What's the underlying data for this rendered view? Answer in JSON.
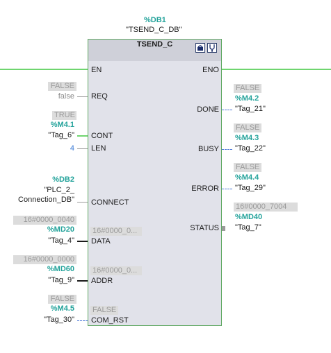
{
  "block": {
    "db_address": "%DB1",
    "db_name": "\"TSEND_C_DB\"",
    "title": "TSEND_C"
  },
  "en": {
    "label": "EN"
  },
  "eno": {
    "label": "ENO"
  },
  "inputs": {
    "req": {
      "pin": "REQ",
      "status": "FALSE",
      "value": "false"
    },
    "cont": {
      "pin": "CONT",
      "status": "TRUE",
      "address": "%M4.1",
      "tag": "\"Tag_6\""
    },
    "len": {
      "pin": "LEN",
      "value": "4"
    },
    "connect": {
      "pin": "CONNECT",
      "address": "%DB2",
      "tag_line1": "\"PLC_2_",
      "tag_line2": "Connection_DB\""
    },
    "data": {
      "pin": "DATA",
      "status": "16#0000_0040",
      "address": "%MD20",
      "tag": "\"Tag_4\"",
      "inner_value": "16#0000_0..."
    },
    "addr": {
      "pin": "ADDR",
      "status": "16#0000_0000",
      "address": "%MD60",
      "tag": "\"Tag_9\"",
      "inner_value": "16#0000_0..."
    },
    "com_rst": {
      "pin": "COM_RST",
      "status": "FALSE",
      "address": "%M4.5",
      "tag": "\"Tag_30\"",
      "inner_value": "FALSE"
    }
  },
  "outputs": {
    "done": {
      "pin": "DONE",
      "status": "FALSE",
      "address": "%M4.2",
      "tag": "\"Tag_21\""
    },
    "busy": {
      "pin": "BUSY",
      "status": "FALSE",
      "address": "%M4.3",
      "tag": "\"Tag_22\""
    },
    "error": {
      "pin": "ERROR",
      "status": "FALSE",
      "address": "%M4.4",
      "tag": "\"Tag_29\""
    },
    "status": {
      "pin": "STATUS",
      "status": "16#0000_7004",
      "address": "%MD40",
      "tag": "\"Tag_7\""
    }
  },
  "icons": {
    "block_icon": "block-diagnostic-icon",
    "stethoscope": "stethoscope-icon"
  },
  "colors": {
    "power_rail": "#5fcf5f",
    "true_signal": "#5fcf5f",
    "false_signal": "#4b78d8",
    "value_gray": "#8a8a8a",
    "address": "#24a39b",
    "box_fill": "#e1e2ea",
    "box_border": "#5fa862"
  }
}
